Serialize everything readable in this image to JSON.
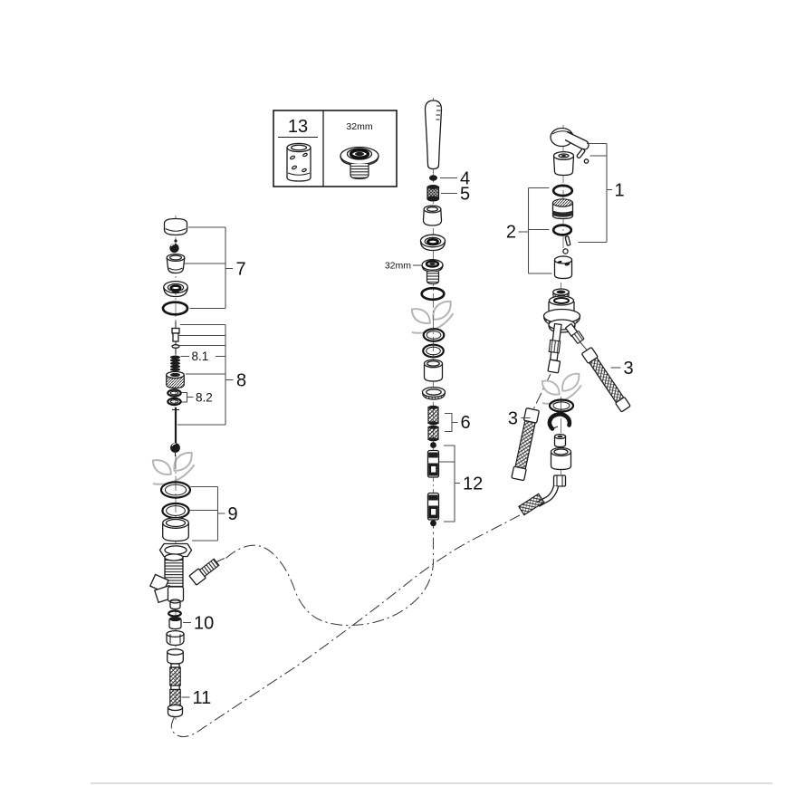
{
  "page": {
    "background": "#ffffff"
  },
  "colors": {
    "line": "#1c1c1c",
    "callout_line": "#4a4a4a",
    "watermark": "#b5b5b5",
    "divider": "#d2d2d2"
  },
  "inset": {
    "part_number": "13",
    "size_label": "32mm"
  },
  "callouts": {
    "c1": "1",
    "c2": "2",
    "c3_right": "3",
    "c3_left": "3",
    "c4": "4",
    "c5": "5",
    "c6": "6",
    "c7": "7",
    "c8": "8",
    "c8_1": "8.1",
    "c8_2": "8.2",
    "c9": "9",
    "c10": "10",
    "c11": "11",
    "c12": "12",
    "size_32mm": "32mm"
  },
  "watermark": {
    "icon": "eco-leaf-icon",
    "count": 3
  }
}
